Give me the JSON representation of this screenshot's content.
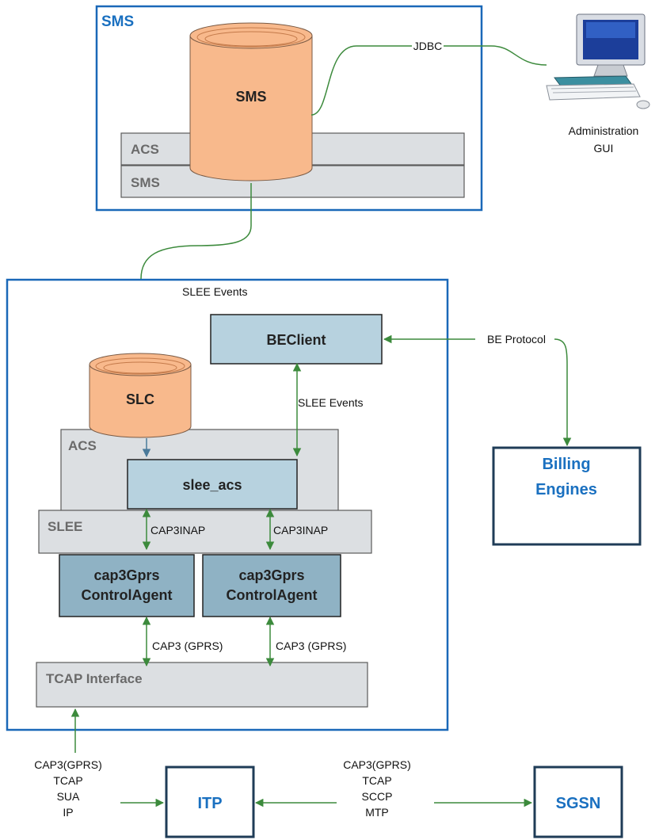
{
  "sms_container": {
    "title": "SMS"
  },
  "sms_cylinder": {
    "label": "SMS"
  },
  "sms_layers": {
    "acs": "ACS",
    "sms": "SMS"
  },
  "jdbc_label": "JDBC",
  "admin_gui": {
    "line1": "Administration",
    "line2": "GUI"
  },
  "slc_container": {
    "slee_events_top": "SLEE Events",
    "beclient": "BEClient",
    "slee_events_right": "SLEE Events",
    "slc_cylinder": "SLC",
    "acs_layer": "ACS",
    "slee_acs": "slee_acs",
    "slee_layer": "SLEE",
    "cap3inap_left": "CAP3INAP",
    "cap3inap_right": "CAP3INAP",
    "agent_left": {
      "line1": "cap3Gprs",
      "line2": "ControlAgent"
    },
    "agent_right": {
      "line1": "cap3Gprs",
      "line2": "ControlAgent"
    },
    "cap3gprs_left": "CAP3 (GPRS)",
    "cap3gprs_right": "CAP3 (GPRS)",
    "tcap_interface": "TCAP Interface"
  },
  "be_protocol": "BE Protocol",
  "billing_engines": {
    "line1": "Billing",
    "line2": "Engines"
  },
  "stack_left": [
    "CAP3(GPRS)",
    "TCAP",
    "SUA",
    "IP"
  ],
  "itp": "ITP",
  "stack_mid": [
    "CAP3(GPRS)",
    "TCAP",
    "SCCP",
    "MTP"
  ],
  "sgsn": "SGSN",
  "colors": {
    "outer_border": "#1a68b8",
    "cylinder": "#f8b98c",
    "link": "#3c8a3c",
    "accent_text": "#1a70c0"
  }
}
